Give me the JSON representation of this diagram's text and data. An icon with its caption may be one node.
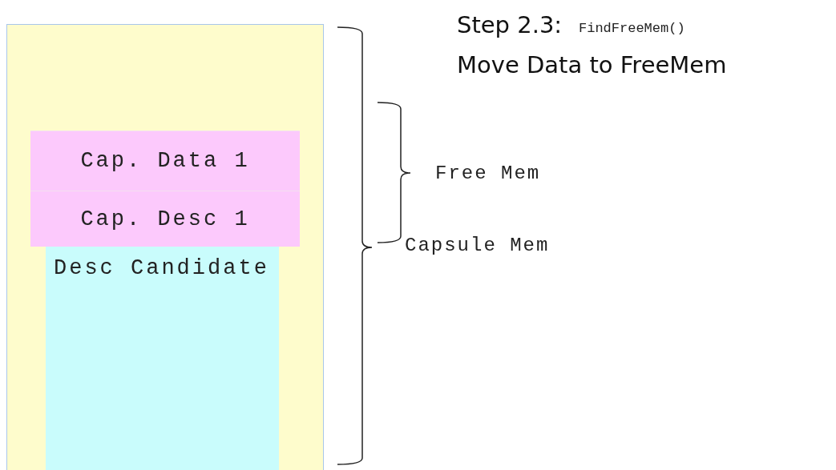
{
  "diagram": {
    "title": "Step 2.3:",
    "nodes": [
      {
        "text": [],
        "shape": "box"
      },
      {
        "text": [
          "Cap. Data 1"
        ],
        "in": 0
      },
      {
        "text": [
          "Cap. Desc 1"
        ],
        "in": 0
      },
      {
        "text": [
          "Desc Candidate"
        ],
        "in": 0
      }
    ],
    "edges": [],
    "labels": [
      "FindFreeMem()",
      "Move Data to FreeMem",
      "Free Mem",
      "Capsule Mem"
    ]
  }
}
